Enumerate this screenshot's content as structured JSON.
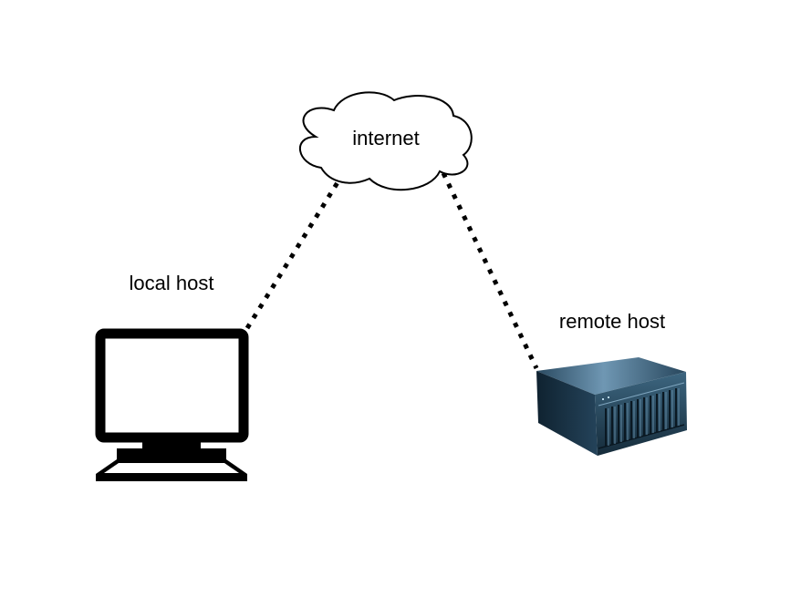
{
  "diagram": {
    "nodes": {
      "internet": {
        "label": "internet",
        "icon": "cloud-icon"
      },
      "local_host": {
        "label": "local host",
        "icon": "monitor-icon"
      },
      "remote_host": {
        "label": "remote host",
        "icon": "server-icon"
      }
    },
    "connections": [
      {
        "from": "local_host",
        "to": "internet",
        "style": "dotted"
      },
      {
        "from": "internet",
        "to": "remote_host",
        "style": "dotted"
      }
    ],
    "colors": {
      "background": "#ffffff",
      "stroke": "#000000",
      "server_body": "#1f3a4d",
      "server_highlight": "#6f97b3"
    }
  }
}
